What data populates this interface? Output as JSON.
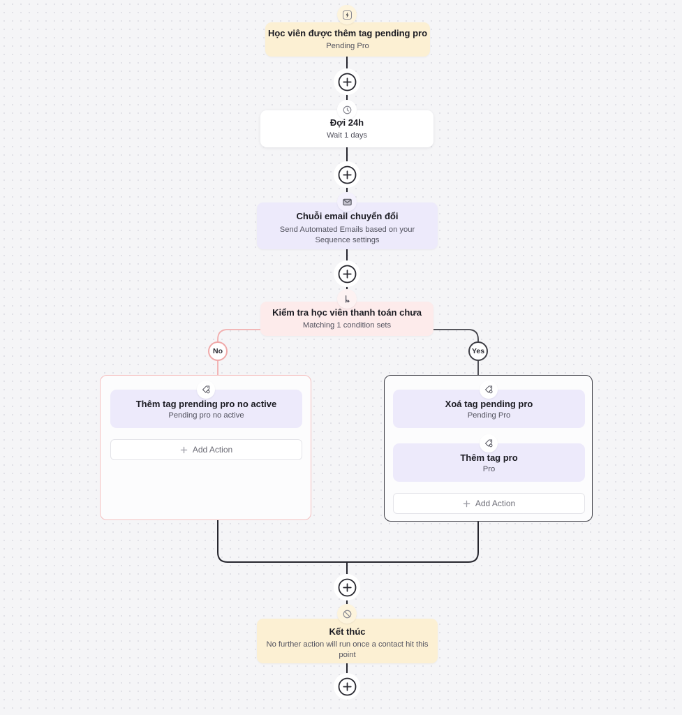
{
  "flow": {
    "trigger": {
      "title": "Học viên được thêm tag pending pro",
      "subtitle": "Pending Pro"
    },
    "wait": {
      "title": "Đợi 24h",
      "subtitle": "Wait 1 days"
    },
    "email": {
      "title": "Chuỗi email chuyển đổi",
      "subtitle": "Send Automated Emails based on your Sequence settings"
    },
    "condition": {
      "title": "Kiểm tra học viên thanh toán chưa",
      "subtitle": "Matching 1 condition sets"
    },
    "branches": {
      "no": {
        "label": "No",
        "actions": [
          {
            "title": "Thêm tag prending pro no active",
            "subtitle": "Pending pro no active"
          }
        ],
        "add_action_label": "Add Action"
      },
      "yes": {
        "label": "Yes",
        "actions": [
          {
            "title": "Xoá tag pending pro",
            "subtitle": "Pending Pro"
          },
          {
            "title": "Thêm tag pro",
            "subtitle": "Pro"
          }
        ],
        "add_action_label": "Add Action"
      }
    },
    "end": {
      "title": "Kết thúc",
      "subtitle": "No further action will run once a contact hit this point"
    }
  },
  "icons": {
    "trigger": "lightning-icon",
    "wait": "clock-icon",
    "email": "email-icon",
    "condition": "branch-icon",
    "action": "tag-icon",
    "end": "ban-icon",
    "add_step": "plus-icon"
  },
  "colors": {
    "canvas_bg": "#f5f5f7",
    "main_line": "#26262e",
    "no_branch_line": "#f2aeae",
    "yes_branch_line": "#3f3f46",
    "trigger_bg": "#fcf0d3",
    "wait_bg": "#ffffff",
    "email_bg": "#edeafb",
    "condition_bg": "#fdebeb",
    "action_bg": "#edeafb",
    "end_bg": "#fcf0d3"
  }
}
